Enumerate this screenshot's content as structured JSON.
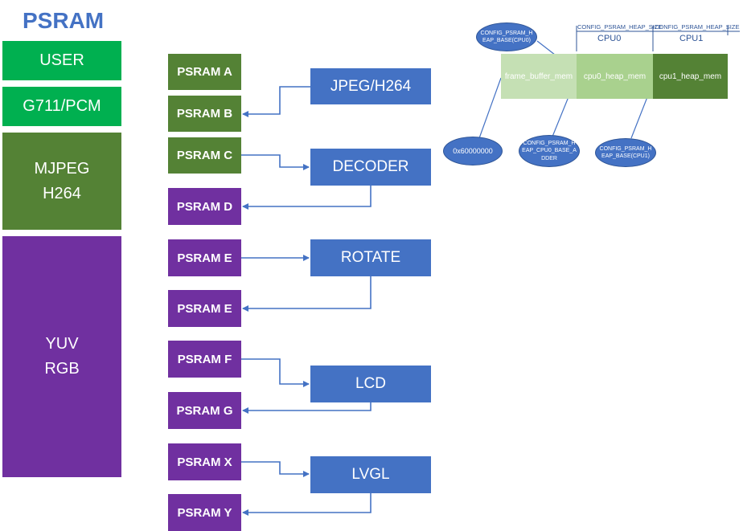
{
  "title": "PSRAM",
  "left_blocks": [
    {
      "label": "USER"
    },
    {
      "label": "G711/PCM"
    },
    {
      "label": "MJPEG\nH264"
    },
    {
      "label": "YUV\nRGB"
    }
  ],
  "psram_buffers": [
    {
      "label": "PSRAM A"
    },
    {
      "label": "PSRAM B"
    },
    {
      "label": "PSRAM C"
    },
    {
      "label": "PSRAM D"
    },
    {
      "label": "PSRAM E"
    },
    {
      "label": "PSRAM E"
    },
    {
      "label": "PSRAM F"
    },
    {
      "label": "PSRAM G"
    },
    {
      "label": "PSRAM X"
    },
    {
      "label": "PSRAM Y"
    }
  ],
  "processes": [
    {
      "label": "JPEG/H264"
    },
    {
      "label": "DECODER"
    },
    {
      "label": "ROTATE"
    },
    {
      "label": "LCD"
    },
    {
      "label": "LVGL"
    }
  ],
  "memory_map": {
    "segments": [
      {
        "label": "frame_buffer_mem"
      },
      {
        "label": "cpu0_heap_mem"
      },
      {
        "label": "cpu1_heap_mem"
      }
    ],
    "dimension_labels": [
      "CONFIG_PSRAM_HEAP_SIZE",
      "CONFIG_PSRAM_HEAP_SIZE"
    ],
    "cpu_labels": [
      "CPU0",
      "CPU1"
    ],
    "callouts": [
      {
        "label": "CONFIG_PSRAM_H\nEAP_BASE(CPU0)"
      },
      {
        "label": "0x60000000"
      },
      {
        "label": "CONFIG_PSRAM_H\nEAP_CPU0_BASE_A\nDDER"
      },
      {
        "label": "CONFIG_PSRAM_H\nEAP_BASE(CPU1)"
      }
    ]
  },
  "colors": {
    "title": "#4472c4",
    "bright_green": "#00b050",
    "olive_green": "#548235",
    "purple": "#7030a0",
    "process_blue": "#4472c4",
    "connector": "#4472c4",
    "frame_buffer": "#c5e0b4",
    "cpu0_heap": "#a9d18e",
    "cpu1_heap": "#548235"
  }
}
